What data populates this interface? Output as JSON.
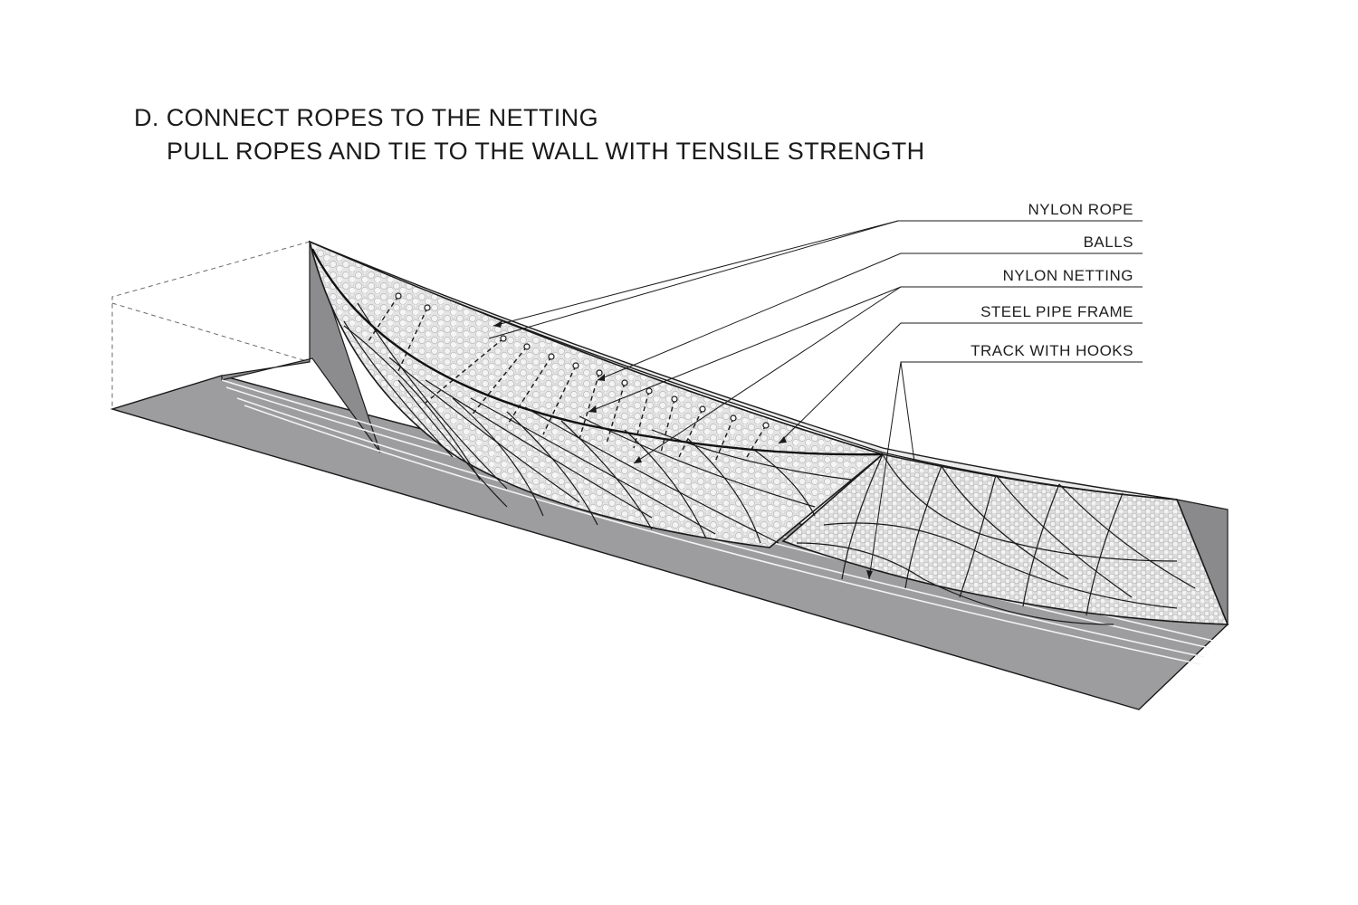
{
  "title": {
    "line1": "D. CONNECT ROPES TO THE NETTING",
    "line2": "PULL ROPES AND TIE TO THE WALL WITH TENSILE STRENGTH"
  },
  "callouts": [
    {
      "id": "nylon-rope",
      "label": "NYLON ROPE"
    },
    {
      "id": "balls",
      "label": "BALLS"
    },
    {
      "id": "nylon-netting",
      "label": "NYLON NETTING"
    },
    {
      "id": "steel-pipe-frame",
      "label": "STEEL PIPE FRAME"
    },
    {
      "id": "track-with-hooks",
      "label": "TRACK WITH HOOKS"
    }
  ],
  "colors": {
    "wall_dark": "#8a8a8c",
    "wall_light": "#a7a7a9",
    "floor": "#9d9d9f",
    "balls_fill": "#e2e2e2",
    "line": "#1a1a1a"
  }
}
